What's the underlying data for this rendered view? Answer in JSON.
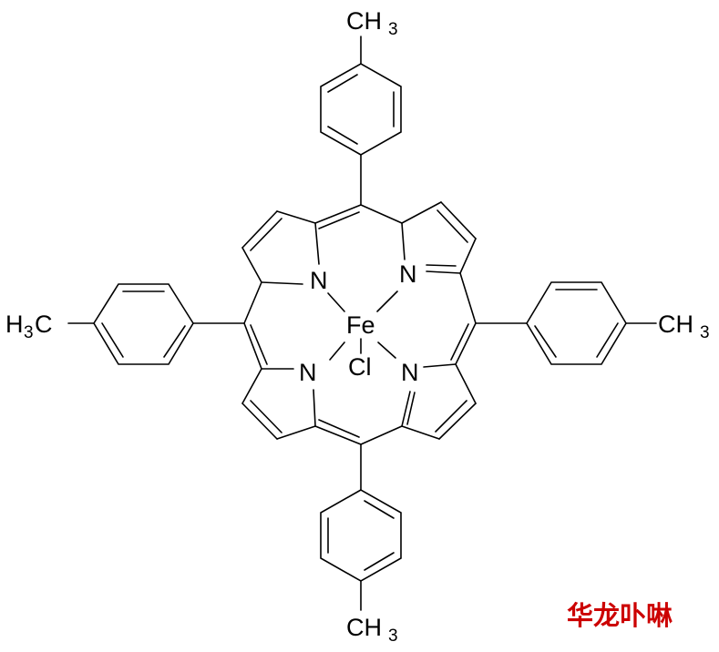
{
  "molecule": {
    "metal": "Fe",
    "axial_ligand": "Cl",
    "ring_nitrogen": "N",
    "methyl_C": "CH",
    "methyl_left_H": "H",
    "methyl_left_C": "C",
    "methyl_left_H_subscript": "3",
    "methyl_subscript": "3"
  },
  "brand_text": "华龙卟啉",
  "colors": {
    "bond": "#000000",
    "brand": "#cc0000"
  }
}
